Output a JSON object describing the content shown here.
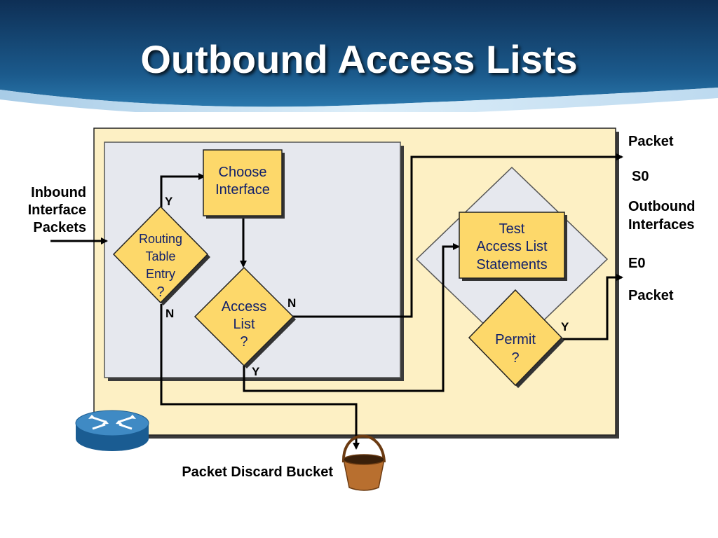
{
  "slide": {
    "title": "Outbound Access Lists",
    "caption": "Packet Discard Bucket"
  },
  "diagram": {
    "inbound_lines": [
      "Inbound",
      "Interface",
      "Packets"
    ],
    "choose_lines": [
      "Choose",
      "Interface"
    ],
    "routing_lines": [
      "Routing",
      "Table",
      "Entry",
      "?"
    ],
    "access_lines": [
      "Access",
      "List",
      "?"
    ],
    "test_lines": [
      "Test",
      "Access List",
      "Statements"
    ],
    "permit_lines": [
      "Permit",
      "?"
    ],
    "y_label": "Y",
    "n_label": "N",
    "packet_label": "Packet",
    "s0_label": "S0",
    "outbound_lines": [
      "Outbound",
      "Interfaces"
    ],
    "e0_label": "E0"
  },
  "colors": {
    "panel_fill": "#fdf0c4",
    "inner_fill": "#e6e8ee",
    "node_fill": "#fdd86a",
    "header_blue": "#1a4f80"
  }
}
